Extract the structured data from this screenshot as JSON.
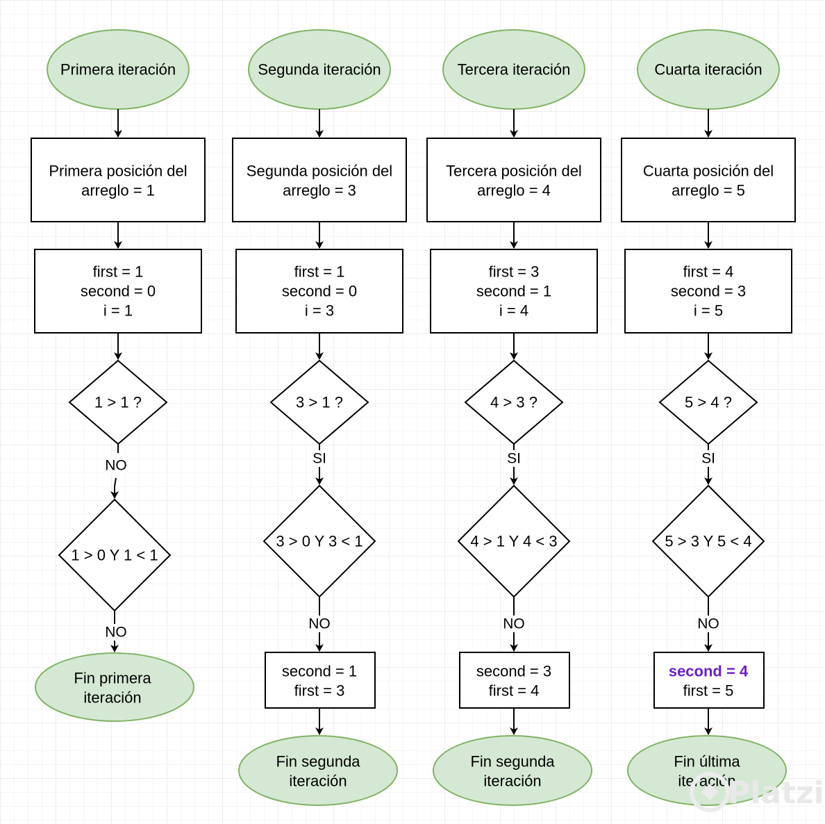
{
  "colors": {
    "ellipse_fill": "#d5e8d4",
    "ellipse_stroke": "#82b366",
    "box_stroke": "#000000",
    "highlight": "#6a1fc8",
    "grid": "#e6e6e6"
  },
  "columns": [
    {
      "start": "Primera iteración",
      "position": [
        "Primera posición del",
        "arreglo = 1"
      ],
      "state": [
        "first = 1",
        "second = 0",
        "i = 1"
      ],
      "cond1": "1 > 1 ?",
      "edge1": "NO",
      "cond2": "1 > 0 Y 1 < 1",
      "edge2": "NO",
      "end": [
        "Fin primera",
        "iteración"
      ]
    },
    {
      "start": "Segunda iteración",
      "position": [
        "Segunda posición del",
        "arreglo = 3"
      ],
      "state": [
        "first = 1",
        "second = 0",
        "i = 3"
      ],
      "cond1": "3 > 1 ?",
      "edge1": "SI",
      "cond2": "3 > 0 Y 3 < 1",
      "edge2": "NO",
      "update": [
        "second = 1",
        "first = 3"
      ],
      "end": [
        "Fin segunda",
        "iteración"
      ]
    },
    {
      "start": "Tercera iteración",
      "position": [
        "Tercera posición del",
        "arreglo = 4"
      ],
      "state": [
        "first = 3",
        "second = 1",
        "i = 4"
      ],
      "cond1": "4 > 3 ?",
      "edge1": "SI",
      "cond2": "4 > 1 Y 4 < 3",
      "edge2": "NO",
      "update": [
        "second = 3",
        "first = 4"
      ],
      "end": [
        "Fin segunda",
        "iteración"
      ]
    },
    {
      "start": "Cuarta iteración",
      "position": [
        "Cuarta posición del",
        "arreglo = 5"
      ],
      "state": [
        "first = 4",
        "second = 3",
        "i = 5"
      ],
      "cond1": "5 > 4 ?",
      "edge1": "SI",
      "cond2": "5 > 3 Y 5 < 4",
      "edge2": "NO",
      "update": [
        "second = 4",
        "first = 5"
      ],
      "update_highlight_line": 0,
      "end": [
        "Fin última",
        "iteración"
      ]
    }
  ],
  "watermark": "Platzi"
}
